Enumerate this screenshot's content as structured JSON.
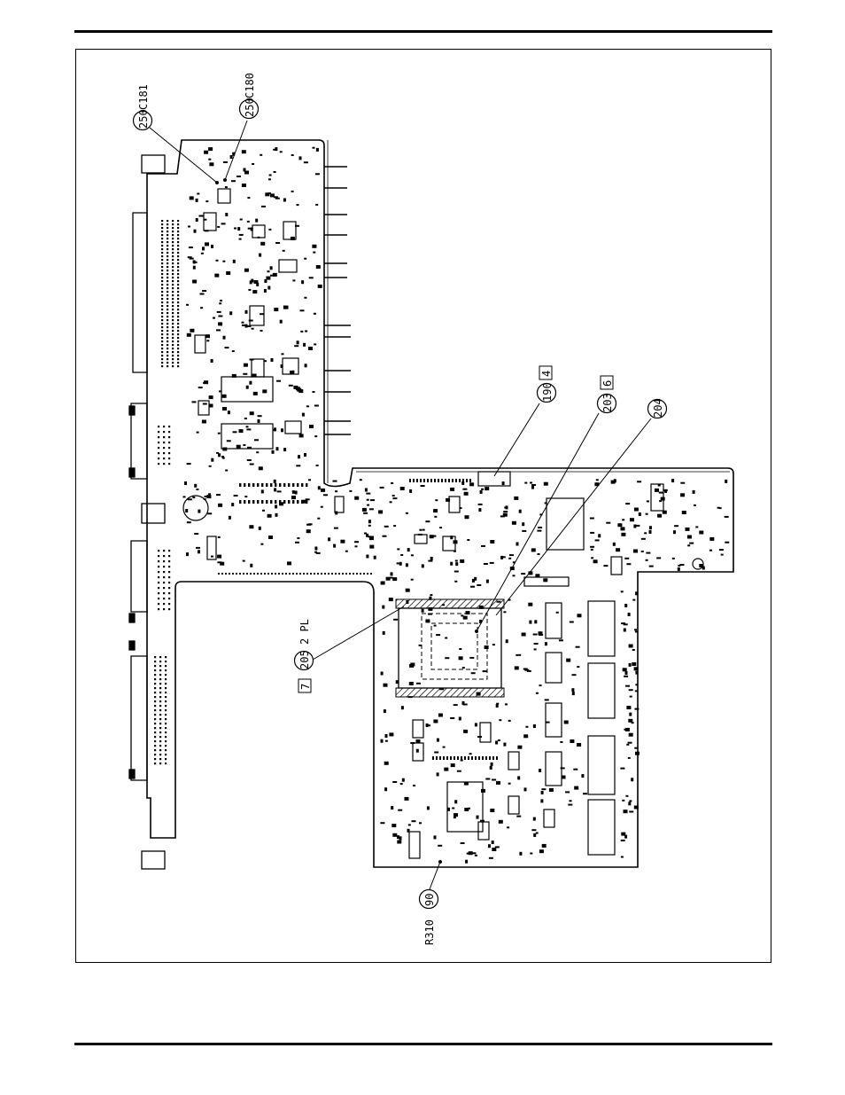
{
  "callouts": {
    "c181": {
      "num": "250",
      "ref": "C181"
    },
    "c180": {
      "num": "250",
      "ref": "C180"
    },
    "p190": {
      "num": "190",
      "box": "4"
    },
    "p203": {
      "num": "203",
      "box": "6"
    },
    "p204": {
      "num": "204"
    },
    "p205": {
      "num": "205",
      "qty": "2 PL",
      "box": "7"
    },
    "r310": {
      "num": "90",
      "ref": "R310"
    }
  },
  "colors": {
    "ink": "#000000",
    "paper": "#ffffff"
  }
}
